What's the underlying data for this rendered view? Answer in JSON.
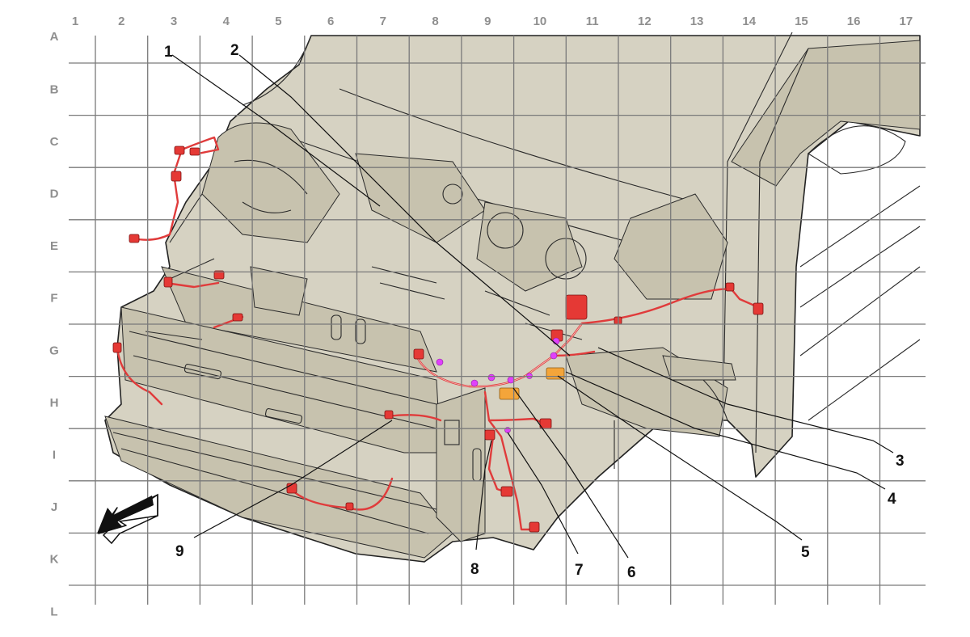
{
  "grid": {
    "columns": [
      "1",
      "2",
      "3",
      "4",
      "5",
      "6",
      "7",
      "8",
      "9",
      "10",
      "11",
      "12",
      "13",
      "14",
      "15",
      "16",
      "17"
    ],
    "rows": [
      "A",
      "B",
      "C",
      "D",
      "E",
      "F",
      "G",
      "H",
      "I",
      "J",
      "K",
      "L"
    ]
  },
  "callouts": [
    "1",
    "2",
    "3",
    "4",
    "5",
    "6",
    "7",
    "8",
    "9"
  ],
  "colors": {
    "body_fill": "#d6d2c2",
    "outline": "#222222",
    "harness": "#e03b3b",
    "splice": "#e040fb",
    "module": "#f4a53a",
    "grid": "#7a7a7a",
    "axis_labels": "#8f8f8f"
  },
  "icons": {
    "direction_arrow": "front-direction-arrow-icon"
  }
}
